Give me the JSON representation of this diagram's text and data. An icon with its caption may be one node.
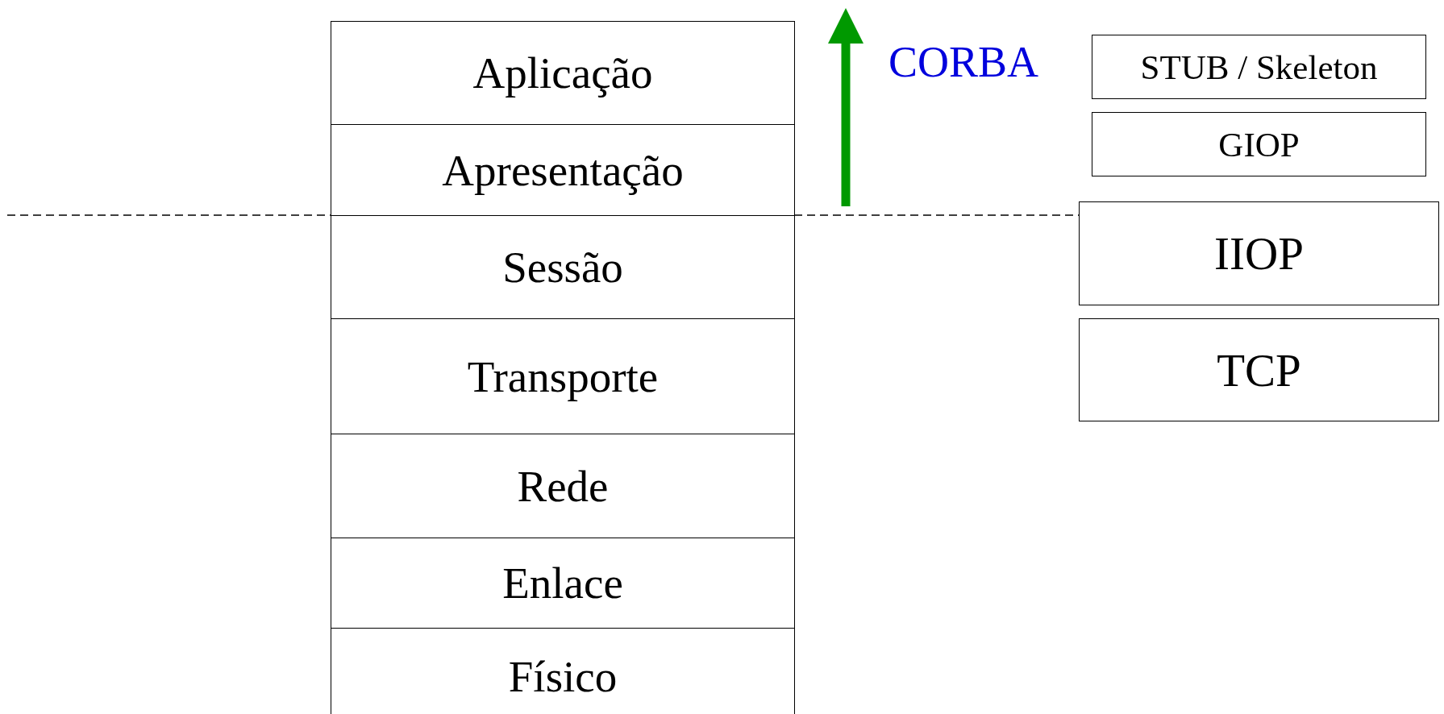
{
  "diagram": {
    "nodes": [
      {
        "text": [
          "Aplicação"
        ]
      },
      {
        "text": [
          "Apresentação"
        ]
      },
      {
        "text": [
          "Sessão"
        ]
      },
      {
        "text": [
          "Transporte"
        ]
      },
      {
        "text": [
          "Rede"
        ]
      },
      {
        "text": [
          "Enlace"
        ]
      },
      {
        "text": [
          "Físico"
        ]
      },
      {
        "text": [
          "STUB / Skeleton"
        ]
      },
      {
        "text": [
          "GIOP"
        ]
      },
      {
        "text": [
          "IIOP"
        ]
      },
      {
        "text": [
          "TCP"
        ]
      }
    ],
    "labels": [
      "CORBA"
    ]
  }
}
